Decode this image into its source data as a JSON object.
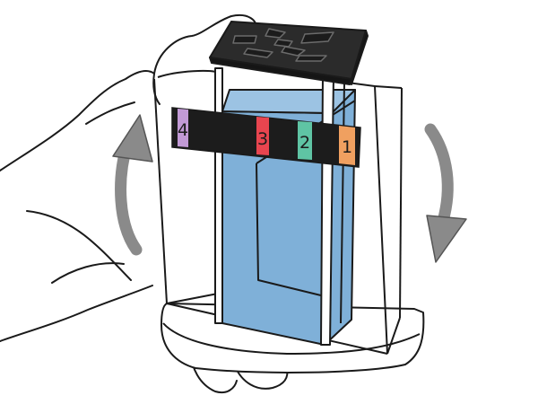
{
  "labels": {
    "one": "1",
    "two": "2",
    "three": "3",
    "four": "4"
  },
  "colors": {
    "line": "#1a1a1a",
    "water": "#7fb0d8",
    "lid": "#2b2b2b",
    "band": "#1c1c1c",
    "arrow": "#8a8a8a",
    "label_1": "#f0a060",
    "label_2": "#5fc4a4",
    "label_3": "#e8454f",
    "label_4": "#c29ad6"
  },
  "icons": {
    "left_arrow": "rotate-counterclockwise-arrow-icon",
    "right_arrow": "rotate-clockwise-arrow-icon"
  }
}
